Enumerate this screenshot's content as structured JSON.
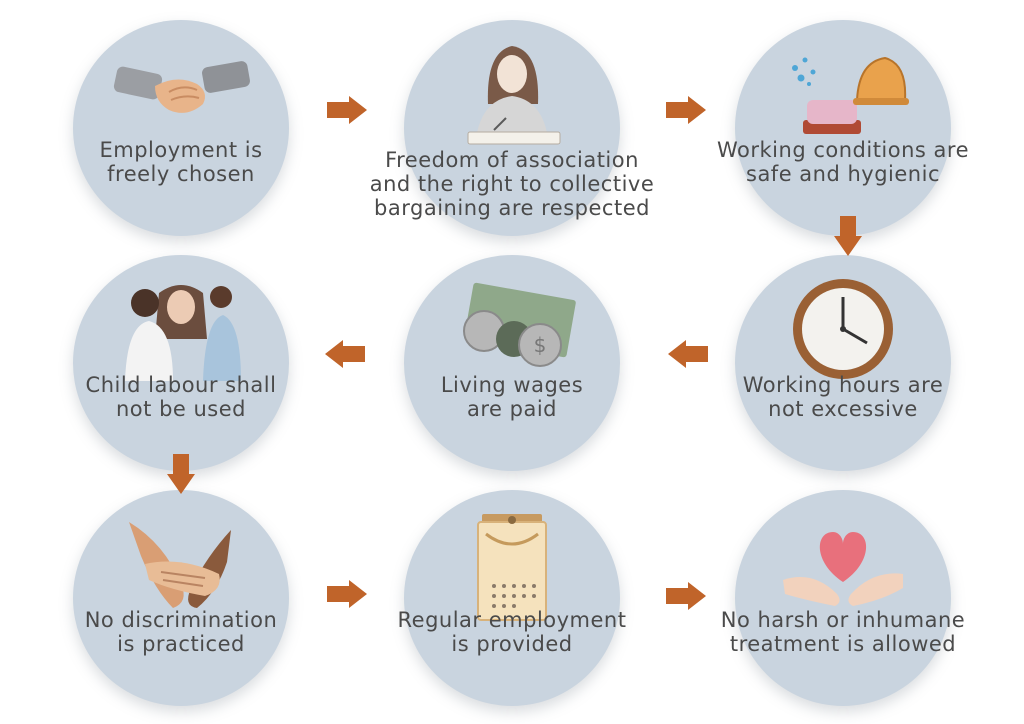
{
  "steps": [
    {
      "id": "employment",
      "icon": "handshake-icon",
      "lines": [
        "Employment is",
        "freely chosen"
      ]
    },
    {
      "id": "association",
      "icon": "writing-woman-icon",
      "lines": [
        "Freedom of association",
        "and the right to collective",
        "bargaining are respected"
      ]
    },
    {
      "id": "conditions",
      "icon": "soap-hardhat-icon",
      "lines": [
        "Working conditions are",
        "safe and hygienic"
      ]
    },
    {
      "id": "hours",
      "icon": "clock-icon",
      "lines": [
        "Working hours are",
        "not excessive"
      ]
    },
    {
      "id": "wages",
      "icon": "money-icon",
      "lines": [
        "Living wages",
        "are paid"
      ]
    },
    {
      "id": "child",
      "icon": "family-icon",
      "lines": [
        "Child labour shall",
        "not be used"
      ]
    },
    {
      "id": "discrimination",
      "icon": "joined-hands-icon",
      "lines": [
        "No discrimination",
        "is practiced"
      ]
    },
    {
      "id": "regular",
      "icon": "calendar-icon",
      "lines": [
        "Regular employment",
        "is provided"
      ]
    },
    {
      "id": "treatment",
      "icon": "heart-hands-icon",
      "lines": [
        "No harsh or inhumane",
        "treatment is allowed"
      ]
    }
  ],
  "colors": {
    "circle": "#c9d4df",
    "arrow": "#c0642a",
    "text": "#4a4a4a"
  }
}
